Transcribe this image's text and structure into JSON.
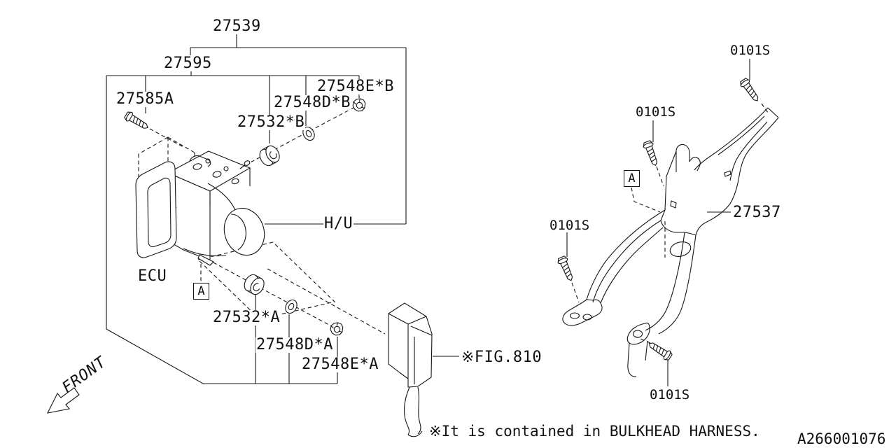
{
  "figure": {
    "drawing_number": "A266001076",
    "note": "※It is contained in BULKHEAD HARNESS.",
    "front_indicator": "FRONT",
    "detail_marker": "A"
  },
  "parts": {
    "assembly": "27539",
    "hu_sub_assembly": "27595",
    "bolt_hu": "27585A",
    "hydraulic_unit": "H/U",
    "control_unit": "ECU",
    "grommet_b": "27532*B",
    "washer_b": "27548D*B",
    "nut_b": "27548E*B",
    "grommet_a": "27532*A",
    "washer_a": "27548D*A",
    "nut_a": "27548E*A",
    "connector_ref": "※FIG.810",
    "bracket": "27537",
    "flange_bolt": "0101S"
  }
}
